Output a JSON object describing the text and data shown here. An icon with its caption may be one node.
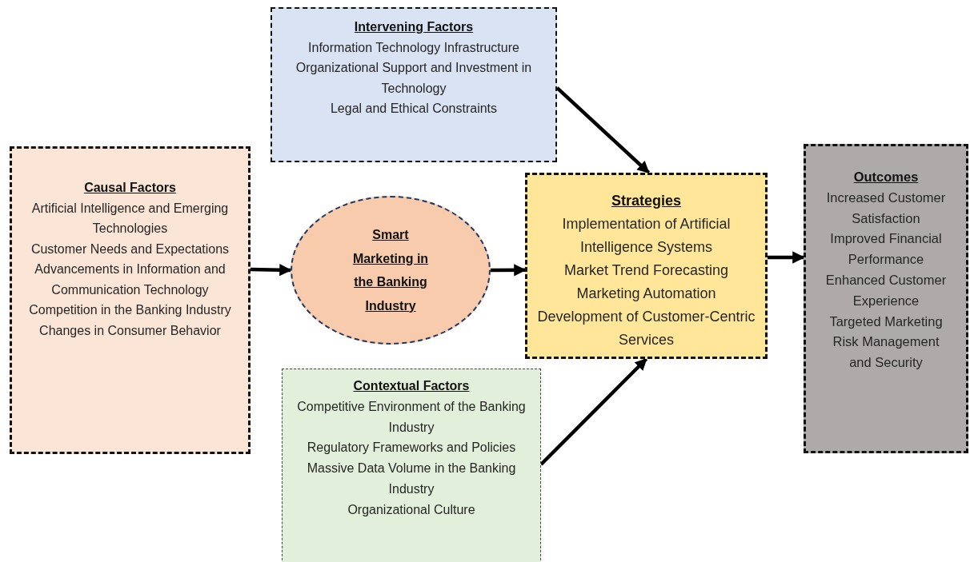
{
  "diagram": {
    "nodes": [
      {
        "text": [
          "Intervening Factors",
          "Information Technology Infrastructure",
          "Organizational Support and Investment in Technology",
          "Legal and Ethical Constraints"
        ]
      },
      {
        "text": [
          "Causal Factors",
          "Artificial Intelligence and Emerging Technologies",
          "Customer Needs and Expectations",
          "Advancements in Information and Communication Technology",
          "Competition in the Banking Industry",
          "Changes in Consumer Behavior"
        ]
      },
      {
        "text": [
          "Smart Marketing in the Banking Industry"
        ]
      },
      {
        "text": [
          "Strategies",
          "Implementation of Artificial Intelligence Systems",
          "Market Trend Forecasting",
          "Marketing Automation",
          "Development of Customer-Centric Services"
        ]
      },
      {
        "text": [
          "Outcomes",
          "Increased Customer Satisfaction",
          "Improved Financial Performance",
          "Enhanced Customer Experience",
          "Targeted Marketing",
          "Risk Management and Security"
        ]
      },
      {
        "text": [
          "Contextual Factors",
          "Competitive Environment of the Banking Industry",
          "Regulatory Frameworks and Policies",
          "Massive Data Volume in the Banking Industry",
          "Organizational Culture"
        ]
      }
    ],
    "edges": [
      {
        "from": 1,
        "to": 2,
        "arrow": "to"
      },
      {
        "from": 2,
        "to": 3,
        "arrow": "to"
      },
      {
        "from": 0,
        "to": 3,
        "arrow": "to"
      },
      {
        "from": 5,
        "to": 3,
        "arrow": "to"
      },
      {
        "from": 3,
        "to": 4,
        "arrow": "to"
      }
    ]
  }
}
